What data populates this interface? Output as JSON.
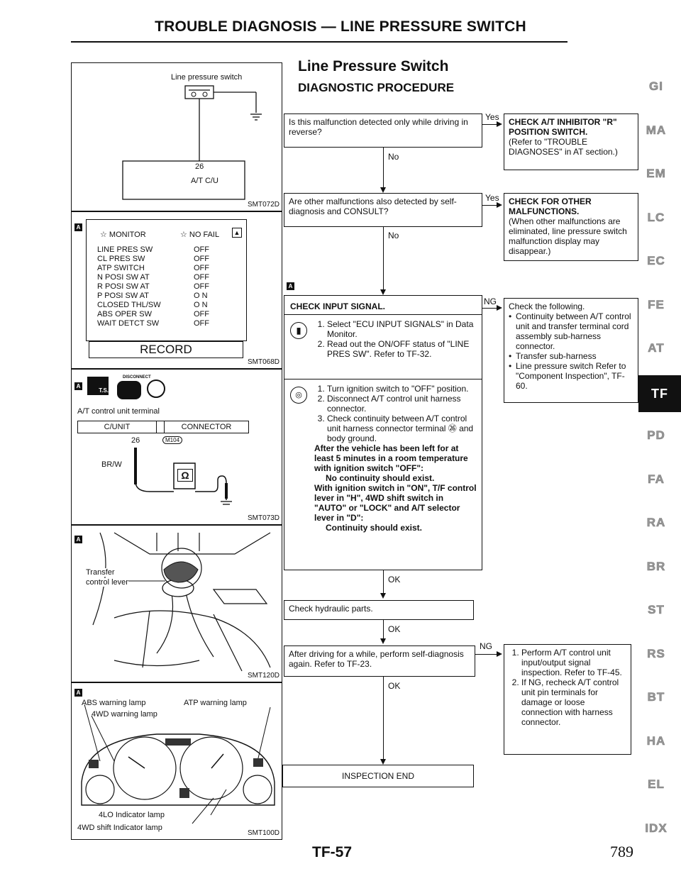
{
  "page": {
    "header": "TROUBLE DIAGNOSIS — LINE PRESSURE SWITCH",
    "footer_code": "TF-57",
    "page_number": "789"
  },
  "left": {
    "fig1": {
      "label_switch": "Line pressure switch",
      "terminal": "26",
      "unit": "A/T C/U",
      "id": "SMT072D"
    },
    "fig2": {
      "marker": "A",
      "monitor_label": "☆ MONITOR",
      "nofail_label": "☆ NO FAIL",
      "rows": [
        {
          "name": "LINE PRES SW",
          "val": "OFF"
        },
        {
          "name": "CL PRES SW",
          "val": "OFF"
        },
        {
          "name": "ATP SWITCH",
          "val": "OFF"
        },
        {
          "name": "N POSI SW AT",
          "val": "OFF"
        },
        {
          "name": "R POSI SW AT",
          "val": "OFF"
        },
        {
          "name": "P POSI SW AT",
          "val": "O N"
        },
        {
          "name": "CLOSED THL/SW",
          "val": "O N"
        },
        {
          "name": "ABS OPER SW",
          "val": "OFF"
        },
        {
          "name": "WAIT DETCT SW",
          "val": "OFF"
        }
      ],
      "record": "RECORD",
      "id": "SMT068D"
    },
    "fig3": {
      "marker": "A",
      "disconnect": "DISCONNECT",
      "ts": "T.S.",
      "title": "A/T control unit terminal",
      "cunit": "C/UNIT",
      "connector": "CONNECTOR",
      "terminal": "26",
      "connector_id": "M104",
      "wire": "BR/W",
      "ohm": "Ω",
      "id": "SMT073D"
    },
    "fig4": {
      "marker": "A",
      "lever1": "Transfer",
      "lever2": "control lever",
      "id": "SMT120D"
    },
    "fig5": {
      "marker": "A",
      "abs": "ABS warning lamp",
      "atp": "ATP warning lamp",
      "fourwd": "4WD warning lamp",
      "lo": "4LO Indicator lamp",
      "shift": "4WD shift Indicator lamp",
      "id": "SMT100D"
    }
  },
  "right": {
    "title": "Line Pressure Switch",
    "subtitle": "DIAGNOSTIC PROCEDURE",
    "q1": "Is this malfunction detected only while driving in reverse?",
    "yes1": "Yes",
    "no1": "No",
    "r1_title": "CHECK A/T INHIBITOR \"R\" POSITION SWITCH.",
    "r1_body": "(Refer to \"TROUBLE DIAGNOSES\" in AT section.)",
    "q2": "Are other malfunctions also detected by self-diagnosis and CONSULT?",
    "yes2": "Yes",
    "no2": "No",
    "r2_title": "CHECK FOR OTHER MALFUNCTIONS.",
    "r2_body": "(When other malfunctions are eliminated, line pressure switch malfunction display may disappear.)",
    "marker": "A",
    "check_title": "CHECK INPUT SIGNAL.",
    "steps_a": [
      "Select \"ECU INPUT SIGNALS\" in Data Monitor.",
      "Read out the ON/OFF status of \"LINE PRES SW\". Refer to TF-32."
    ],
    "steps_b": [
      "Turn ignition switch to \"OFF\" position.",
      "Disconnect A/T control unit harness connector.",
      "Check continuity between A/T control unit harness connector terminal ㉖ and body ground."
    ],
    "bold_note_1": "After the vehicle has been left for at least 5 minutes in a room temperature with ignition switch \"OFF\":",
    "bold_note_2": "No continuity should exist.",
    "bold_note_3": "With ignition switch in \"ON\", T/F control lever in \"H\", 4WD shift switch in \"AUTO\" or \"LOCK\" and A/T selector lever in \"D\":",
    "bold_note_4": "Continuity should exist.",
    "ng1": "NG",
    "ng1_intro": "Check the following.",
    "ng1_items": [
      "Continuity between A/T control unit and transfer terminal cord assembly sub-harness connector.",
      "Transfer sub-harness",
      "Line pressure switch Refer to \"Component Inspection\", TF-60."
    ],
    "ok1": "OK",
    "hydraulic": "Check hydraulic parts.",
    "ok2": "OK",
    "after": "After driving for a while, perform self-diagnosis again. Refer to TF-23.",
    "ng2": "NG",
    "ng2_items": [
      "Perform A/T control unit input/output signal inspection. Refer to TF-45.",
      "If NG, recheck A/T control unit pin terminals for damage or loose connection with harness connector."
    ],
    "ok3": "OK",
    "end": "INSPECTION END"
  },
  "tabs": {
    "items": [
      "GI",
      "MA",
      "EM",
      "LC",
      "EC",
      "FE",
      "AT",
      "TF",
      "PD",
      "FA",
      "RA",
      "BR",
      "ST",
      "RS",
      "BT",
      "HA",
      "EL",
      "IDX"
    ],
    "active": "TF"
  }
}
